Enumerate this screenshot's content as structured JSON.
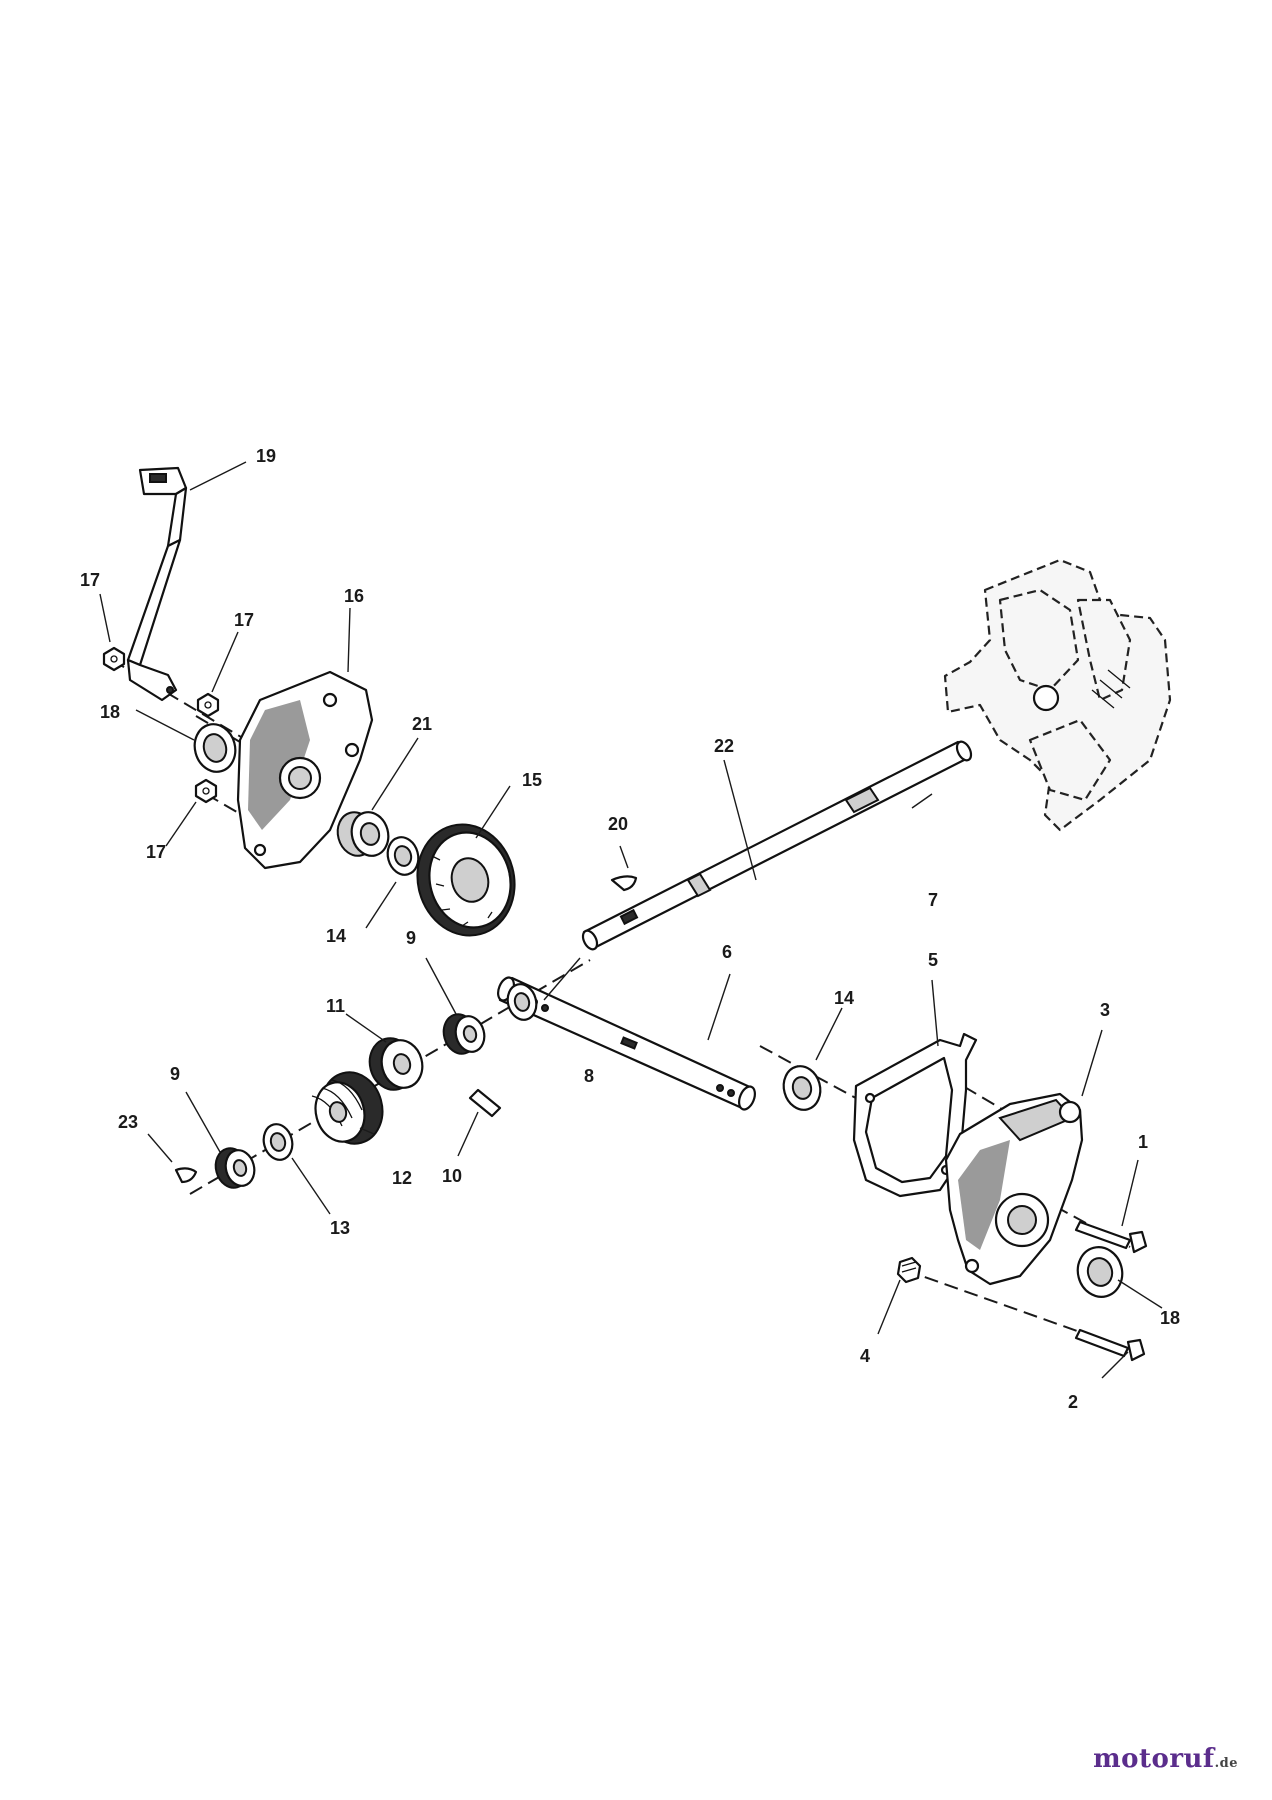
{
  "brand": {
    "name": "motoruf",
    "tld": ".de"
  },
  "callouts": [
    "1",
    "2",
    "3",
    "4",
    "5",
    "6",
    "7",
    "8",
    "9",
    "9",
    "10",
    "11",
    "12",
    "13",
    "14",
    "14",
    "15",
    "16",
    "17",
    "17",
    "17",
    "18",
    "18",
    "19",
    "20",
    "21",
    "22",
    "23"
  ],
  "parts": [
    "1",
    "2",
    "3",
    "4",
    "5",
    "6",
    "7",
    "8",
    "9",
    "10",
    "11",
    "12",
    "13",
    "14",
    "15",
    "16",
    "17",
    "18",
    "19",
    "20",
    "21",
    "22",
    "23"
  ]
}
